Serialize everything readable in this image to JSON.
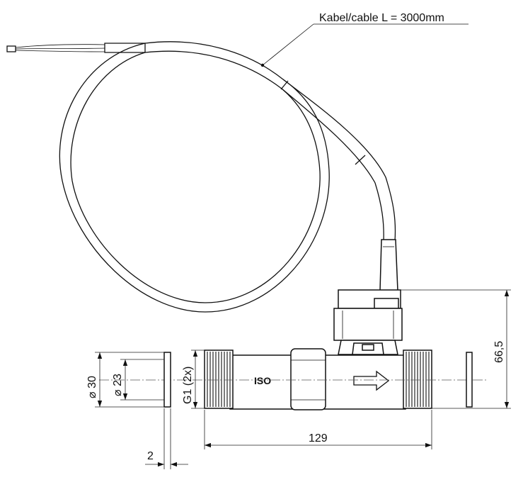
{
  "labels": {
    "cable": "Kabel/cable L = 3000mm",
    "iso": "ISO",
    "dia_outer": "⌀ 30",
    "dia_inner": "⌀ 23",
    "thread": "G1 (2x)",
    "length": "129",
    "height": "66,5",
    "gasket_thickness": "2"
  }
}
